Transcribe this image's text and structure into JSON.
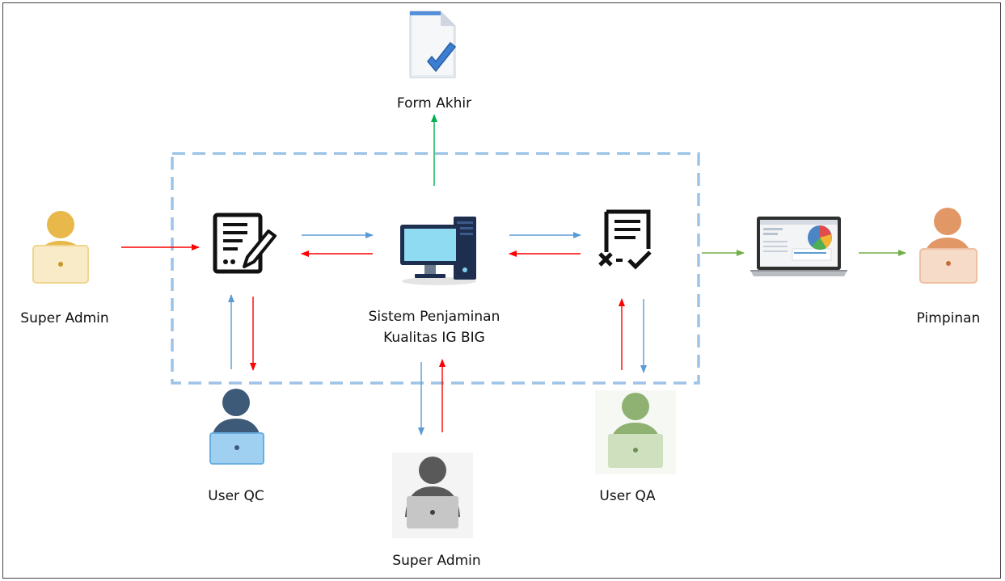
{
  "diagram": {
    "actors": {
      "super_admin_left": "Super Admin",
      "super_admin_bottom": "Super Admin",
      "user_qc": "User QC",
      "user_qa": "User QA",
      "pimpinan": "Pimpinan"
    },
    "system": {
      "line1": "Sistem Penjaminan",
      "line2": "Kualitas IG BIG"
    },
    "output": {
      "form_akhir": "Form Akhir"
    },
    "colors": {
      "arrow_red": "#ff0000",
      "arrow_blue": "#5b9bd5",
      "arrow_green": "#00b050",
      "arrow_light_green": "#70ad47",
      "boundary_dash": "#9dc3e6",
      "super_admin_left": "#e8b84a",
      "user_qc": "#3d5a78",
      "super_admin_bottom": "#595959",
      "user_qa": "#8fb171",
      "pimpinan": "#e29866"
    },
    "icons": [
      "user-laptop-icon",
      "form-edit-icon",
      "computer-server-icon",
      "checklist-icon",
      "document-check-icon",
      "laptop-dashboard-icon"
    ]
  }
}
